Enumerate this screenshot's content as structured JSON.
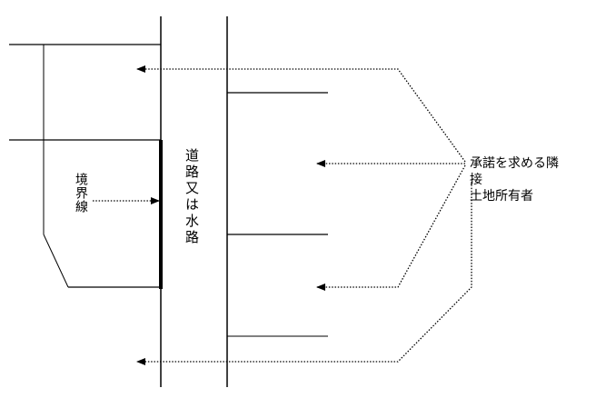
{
  "labels": {
    "boundary": "境界線",
    "road": "道路又は水路",
    "owner_line1": "承諾を求める隣接",
    "owner_line2": "土地所有者"
  },
  "colors": {
    "line": "#000000",
    "background": "#ffffff"
  }
}
